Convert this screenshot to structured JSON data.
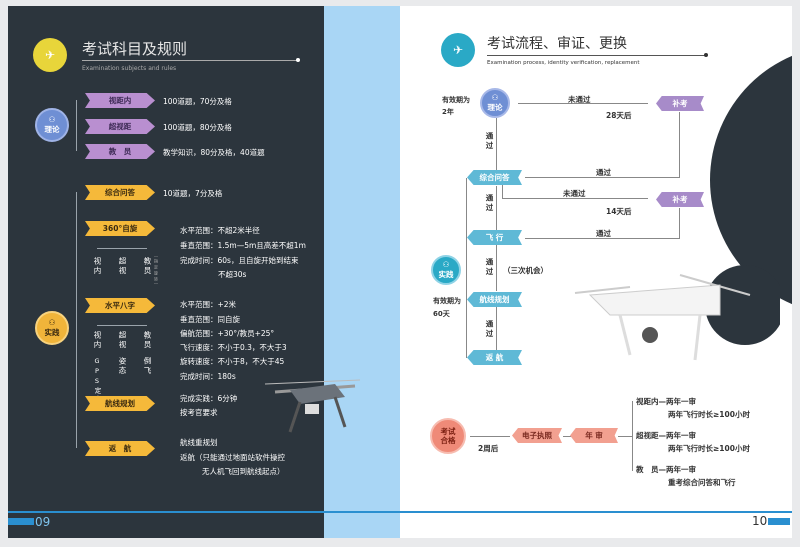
{
  "left_page": {
    "title": "考试科目及规则",
    "subtitle": "Examination subjects and rules",
    "theory_badge": "理论",
    "theory_items": [
      {
        "label": "视距内",
        "rule": "100道题，70分及格"
      },
      {
        "label": "超视距",
        "rule": "100道题，80分及格"
      },
      {
        "label": "教　员",
        "rule": "教学知识，80分及格，40道题"
      }
    ],
    "practice_badge": "实践",
    "comprehensive": {
      "label": "综合问答",
      "rule": "10道题，7分及格"
    },
    "spin": {
      "label": "360°自旋",
      "subs": [
        "视内",
        "超视",
        "教员"
      ],
      "sub_note": "（指定旋转）",
      "rules": [
        "水平范围：不超2米半径",
        "垂直范围：1.5m—5m且高差不超1m",
        "完成时间：60s，且自旋开始到结束",
        "不超30s"
      ]
    },
    "figure8": {
      "label": "水平八字",
      "subs": [
        "视内",
        "超视",
        "教员"
      ],
      "subs2": [
        "GPS定点",
        "姿态",
        "倒飞"
      ],
      "rules": [
        "水平范围：+2米",
        "垂直范围：同自旋",
        "偏航范围：+30°/教员+25°",
        "飞行速度：不小于0.3，不大于3",
        "旋转速度：不小于8，不大于45",
        "完成时间：180s"
      ]
    },
    "route": {
      "label": "航线规划",
      "rules": [
        "完成实践：6分钟",
        "按考官要求"
      ]
    },
    "rth": {
      "label": "返　航",
      "rules": [
        "航线重规划",
        "返航（只能通过地面站软件操控",
        "无人机飞回到航线起点）"
      ]
    },
    "page_number": "09"
  },
  "right_page": {
    "title": "考试流程、审证、更换",
    "subtitle": "Examination process, identity verification, replacement",
    "theory_validity": "有效期为2年",
    "theory_badge": "理论",
    "fail": "未通过",
    "after28": "28天后",
    "retake": "补考",
    "pass": "通过",
    "comprehensive": "综合问答",
    "after14": "14天后",
    "flight": "飞 行",
    "three_chances": "（三次机会）",
    "practice_badge": "实践",
    "practice_validity": "有效期为60天",
    "route": "航线规划",
    "rth": "返 航",
    "qualified": "考试合格",
    "after2w": "2周后",
    "license": "电子执照",
    "annual": "年 审",
    "review": [
      {
        "head": "视距内—两年一审",
        "detail": "两年飞行时长≥100小时"
      },
      {
        "head": "超视距—两年一审",
        "detail": "两年飞行时长≥100小时"
      },
      {
        "head": "教　员—两年一审",
        "detail": "重考综合问答和飞行"
      }
    ],
    "page_number": "10"
  }
}
